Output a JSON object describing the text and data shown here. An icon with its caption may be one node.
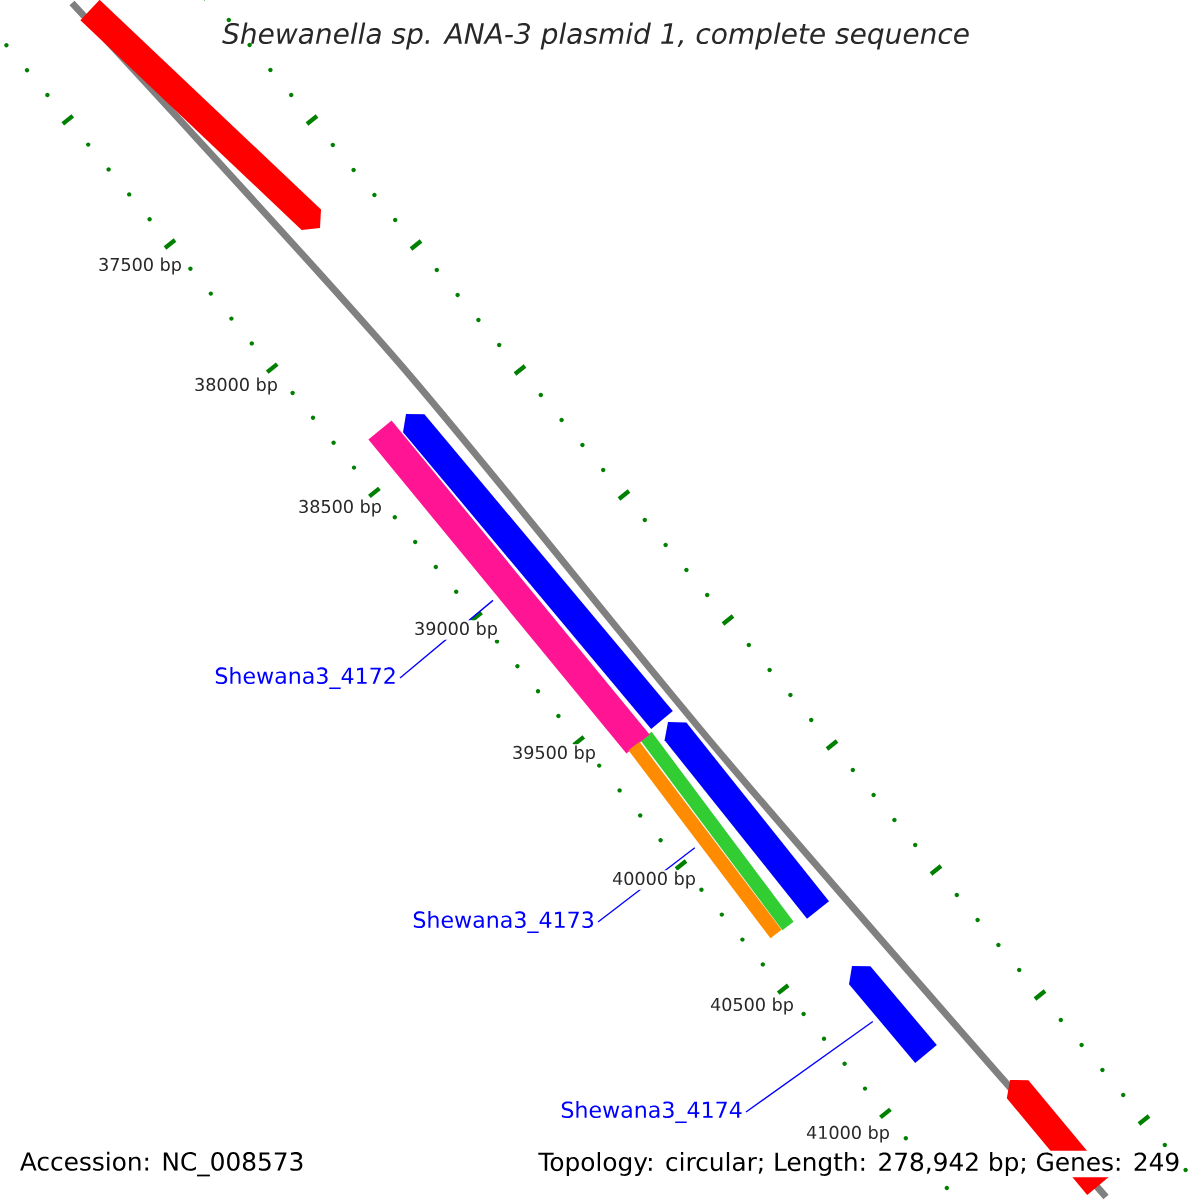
{
  "diagram": {
    "title": "Shewanella sp. ANA-3 plasmid 1, complete sequence",
    "nodes": [
      {
        "text": [
          "Shewana3_4172"
        ]
      },
      {
        "text": [
          "Shewana3_4173"
        ]
      },
      {
        "text": [
          "Shewana3_4174"
        ]
      },
      {
        "text": [],
        "shape": "bar"
      },
      {
        "text": [],
        "shape": "bar"
      },
      {
        "text": [],
        "shape": "bar"
      }
    ],
    "edges": [
      {
        "from": 0,
        "to": 3,
        "arrow": "none"
      },
      {
        "from": 1,
        "to": 4,
        "arrow": "none"
      },
      {
        "from": 2,
        "to": 5,
        "arrow": "none"
      }
    ],
    "labels": [
      "37500 bp",
      "38000 bp",
      "38500 bp",
      "39000 bp",
      "39500 bp",
      "40000 bp",
      "40500 bp",
      "41000 bp",
      "Accession: NC_008573",
      "Topology: circular; Length: 278,942 bp; Genes: 249"
    ]
  }
}
